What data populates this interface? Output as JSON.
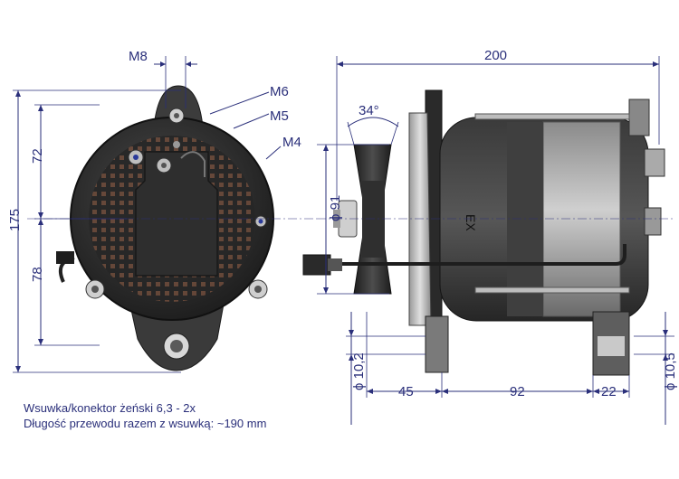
{
  "dimensions": {
    "m8": "M8",
    "m6": "M6",
    "m5": "M5",
    "m4": "M4",
    "d200": "200",
    "d175": "175",
    "d72": "72",
    "d78": "78",
    "angle34": "34°",
    "dia91": "ϕ 91",
    "dia10_2": "ϕ 10,2",
    "dia10_5": "ϕ 10,5",
    "d45": "45",
    "d92": "92",
    "d22": "22"
  },
  "notes": {
    "line1": "Wsuwka/konektor żeński 6,3 - 2x",
    "line2": "Długość przewodu razem z wsuwką: ~190 mm"
  },
  "colors": {
    "dimension_text": "#2a2f7a",
    "body_dark": "#2e2e2e",
    "body_mid": "#6d6d6d",
    "body_light": "#b9b9b9"
  }
}
